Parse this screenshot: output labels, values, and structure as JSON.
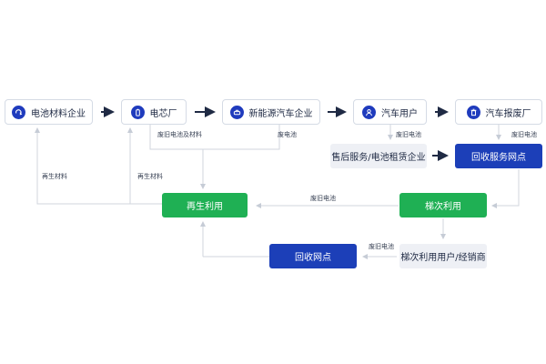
{
  "colors": {
    "accent_blue": "#1c3fb8",
    "accent_green": "#1fb054",
    "line_gray": "#d0d5de",
    "arrow_dark": "#1f2a44"
  },
  "nodes": {
    "battery_material": {
      "label": "电池材料企业",
      "icon": "recycle-icon"
    },
    "cell_factory": {
      "label": "电芯厂",
      "icon": "battery-icon"
    },
    "nev_maker": {
      "label": "新能源汽车企业",
      "icon": "car-icon"
    },
    "car_user": {
      "label": "汽车用户",
      "icon": "user-icon"
    },
    "scrap_factory": {
      "label": "汽车报废厂",
      "icon": "trash-icon"
    },
    "after_sales": {
      "label": "售后服务/电池租赁企业"
    },
    "recycle_point_top": {
      "label": "回收服务网点"
    },
    "regeneration": {
      "label": "再生利用"
    },
    "cascade_use": {
      "label": "梯次利用"
    },
    "cascade_users": {
      "label": "梯次利用用户/经销商"
    },
    "recycle_point_bottom": {
      "label": "回收网点"
    }
  },
  "edges": {
    "cell_to_regen": "废旧电池及材料",
    "nev_to_regen": "废电池",
    "car_user_down": "废旧电池",
    "scrap_down": "废旧电池",
    "regen_to_material": "再生材料",
    "regen_to_cell": "再生材料",
    "cascade_to_regen": "废旧电池",
    "cascade_users_to_point": "废旧电池"
  }
}
